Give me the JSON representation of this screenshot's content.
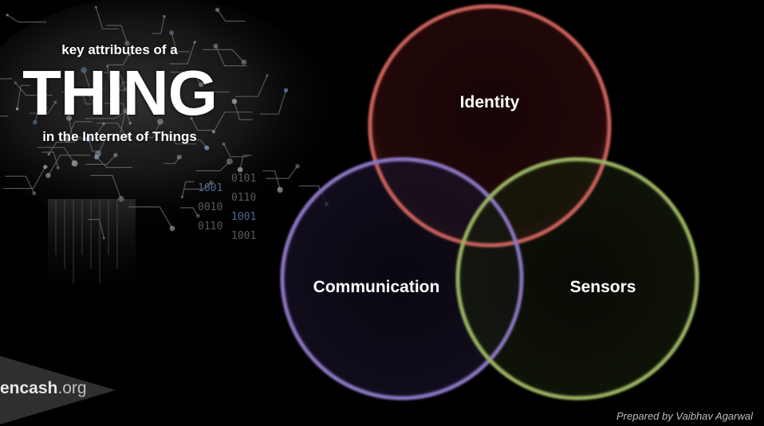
{
  "headline": {
    "top": "key attributes of a",
    "main": "THING",
    "bottom": "in the Internet of Things"
  },
  "venn": {
    "sets": [
      {
        "label": "Identity",
        "ring_color": "#c9605a"
      },
      {
        "label": "Communication",
        "ring_color": "#8a74c0"
      },
      {
        "label": "Sensors",
        "ring_color": "#98b060"
      }
    ]
  },
  "binary_rows": [
    "0101",
    "1001",
    "0110",
    "0010",
    "1001",
    "0110",
    "1001"
  ],
  "logo": {
    "name_strong": "encash",
    "name_weak": ".org"
  },
  "credit": "Prepared by Vaibhav Agarwal"
}
